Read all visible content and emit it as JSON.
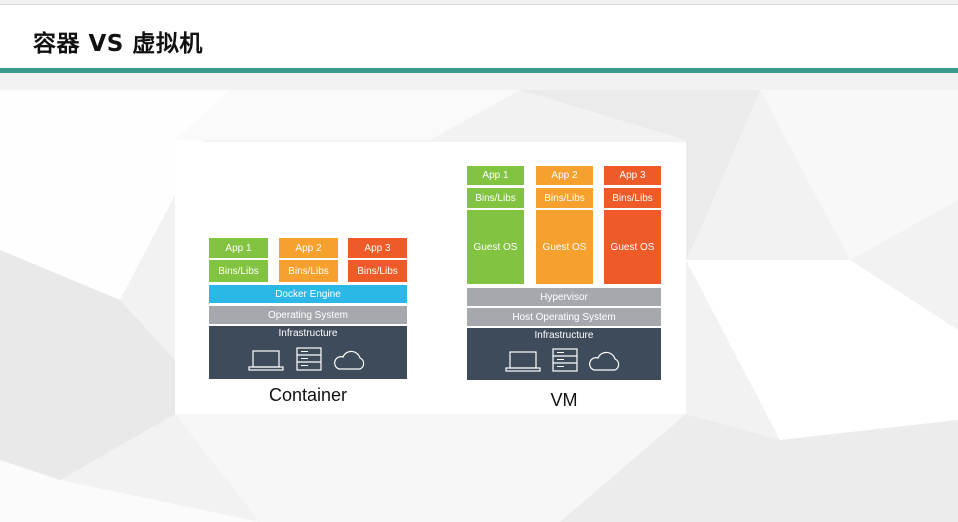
{
  "slide": {
    "title": "容器 VS 虚拟机"
  },
  "colors": {
    "accent": "#3a9a8b",
    "app1": "#82c341",
    "app2": "#f6a02d",
    "app3": "#ee5a28",
    "docker_engine": "#2cb8e6",
    "gray_layer": "#a5a9ae",
    "infrastructure": "#3e4b5b"
  },
  "container": {
    "label": "Container",
    "apps": [
      {
        "app": "App 1",
        "libs": "Bins/Libs",
        "color": "#82c341"
      },
      {
        "app": "App 2",
        "libs": "Bins/Libs",
        "color": "#f6a02d"
      },
      {
        "app": "App 3",
        "libs": "Bins/Libs",
        "color": "#ee5a28"
      }
    ],
    "docker_engine": "Docker Engine",
    "operating_system": "Operating System",
    "infrastructure": "Infrastructure",
    "icons": [
      "laptop-icon",
      "server-icon",
      "cloud-icon"
    ]
  },
  "vm": {
    "label": "VM",
    "apps": [
      {
        "app": "App 1",
        "libs": "Bins/Libs",
        "guest": "Guest OS",
        "color": "#82c341"
      },
      {
        "app": "App 2",
        "libs": "Bins/Libs",
        "guest": "Guest OS",
        "color": "#f6a02d"
      },
      {
        "app": "App 3",
        "libs": "Bins/Libs",
        "guest": "Guest OS",
        "color": "#ee5a28"
      }
    ],
    "hypervisor": "Hypervisor",
    "host_os": "Host Operating System",
    "infrastructure": "Infrastructure",
    "icons": [
      "laptop-icon",
      "server-icon",
      "cloud-icon"
    ]
  }
}
